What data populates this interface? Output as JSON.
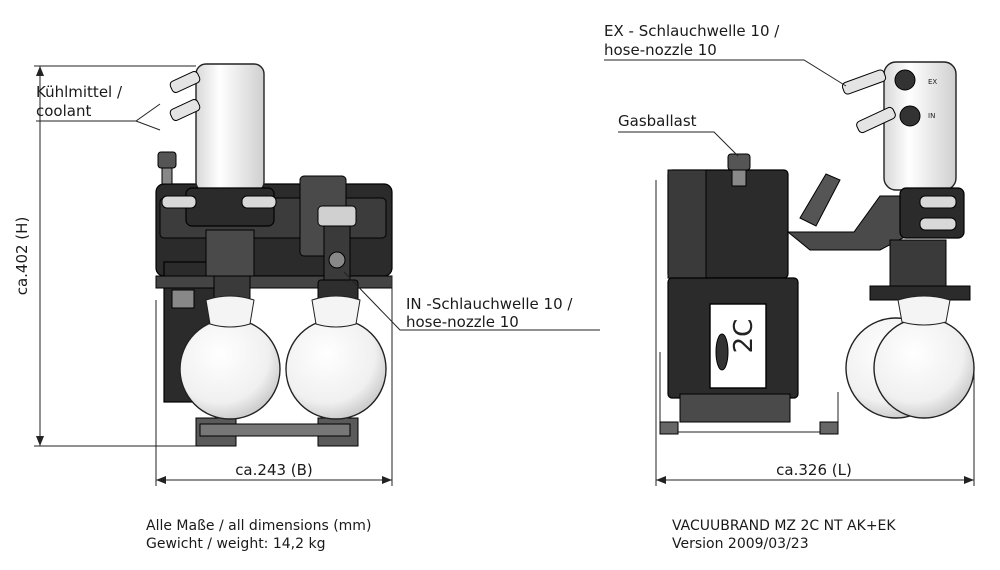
{
  "labels": {
    "coolant_line1": "Kühlmittel /",
    "coolant_line2": "coolant",
    "ex_line1": "EX - Schlauchwelle 10 /",
    "ex_line2": "hose-nozzle 10",
    "gasballast": "Gasballast",
    "in_line1": "IN -Schlauchwelle 10 /",
    "in_line2": "hose-nozzle 10",
    "plate_logo": "2C",
    "ex_mark": "EX",
    "in_mark": "IN"
  },
  "dimensions": {
    "height": "ca.402 (H)",
    "width": "ca.243 (B)",
    "length": "ca.326 (L)"
  },
  "footer": {
    "dims_note": "Alle Maße / all dimensions (mm)",
    "weight_note": "Gewicht / weight: 14,2 kg",
    "model": "VACUUBRAND MZ 2C NT AK+EK",
    "version": "Version 2009/03/23"
  }
}
